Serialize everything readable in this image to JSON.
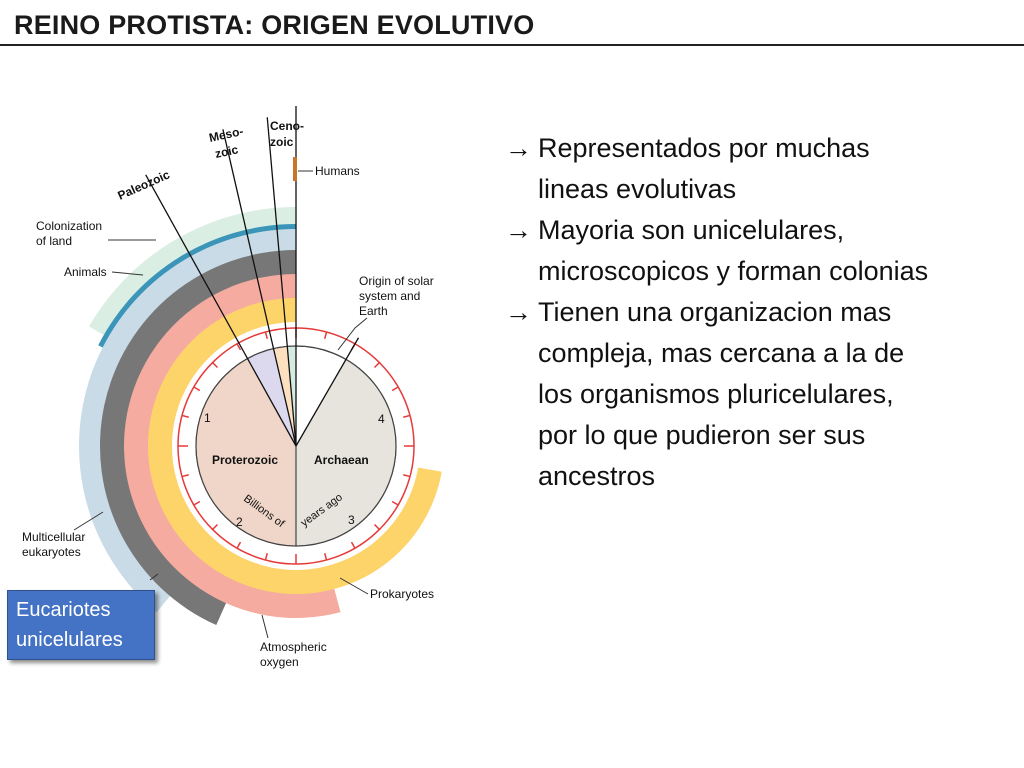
{
  "title": "REINO PROTISTA: ORIGEN EVOLUTIVO",
  "bullets": [
    {
      "arrow": "→",
      "lines": [
        "Representados por muchas",
        "lineas evolutivas"
      ]
    },
    {
      "arrow": "→",
      "lines": [
        "Mayoria son unicelulares,",
        "microscopicos y forman colonias"
      ]
    },
    {
      "arrow": "→",
      "lines": [
        "Tienen una organizacion mas",
        "compleja, mas cercana a la de",
        "los organismos pluricelulares,",
        "por lo que pudieron ser sus",
        "ancestros"
      ]
    }
  ],
  "callout": {
    "line1": "Eucariotes",
    "line2": "unicelulares"
  },
  "diagram": {
    "eras": {
      "paleozoic": "Paleozoic",
      "meso_1": "Meso-",
      "meso_2": "zoic",
      "ceno_1": "Ceno-",
      "ceno_2": "zoic"
    },
    "eons": {
      "proterozoic": "Proterozoic",
      "archaean": "Archaean"
    },
    "center_label_1": "Billions of",
    "center_label_2": "years ago",
    "tick_numbers": [
      "1",
      "2",
      "3",
      "4"
    ],
    "labels": {
      "humans": "Humans",
      "colonization_1": "Colonization",
      "colonization_2": "of land",
      "animals": "Animals",
      "origin_1": "Origin of solar",
      "origin_2": "system and",
      "origin_3": "Earth",
      "multicellular_1": "Multicellular",
      "multicellular_2": "eukaryotes",
      "prokaryotes": "Prokaryotes",
      "oxygen_1": "Atmospheric",
      "oxygen_2": "oxygen"
    },
    "colors": {
      "colonization_band": "#dbeee4",
      "animals_band": "#3a95b8",
      "multicellular_band": "#c9dbe7",
      "gray_band": "#777777",
      "oxygen_band": "#f5aba0",
      "prokaryote_band": "#fdd46a",
      "clock_ring": "#e53a3a",
      "proterozoic_fill": "#efd6c9",
      "archaean_fill": "#e6e4dc",
      "paleozoic_fill": "#dcd8ee",
      "mesozoic_fill": "#fce0bf",
      "cenozoic_fill": "#d4ebe2",
      "humans_mark": "#c8772a",
      "callout_fill": "#4472c4"
    }
  }
}
